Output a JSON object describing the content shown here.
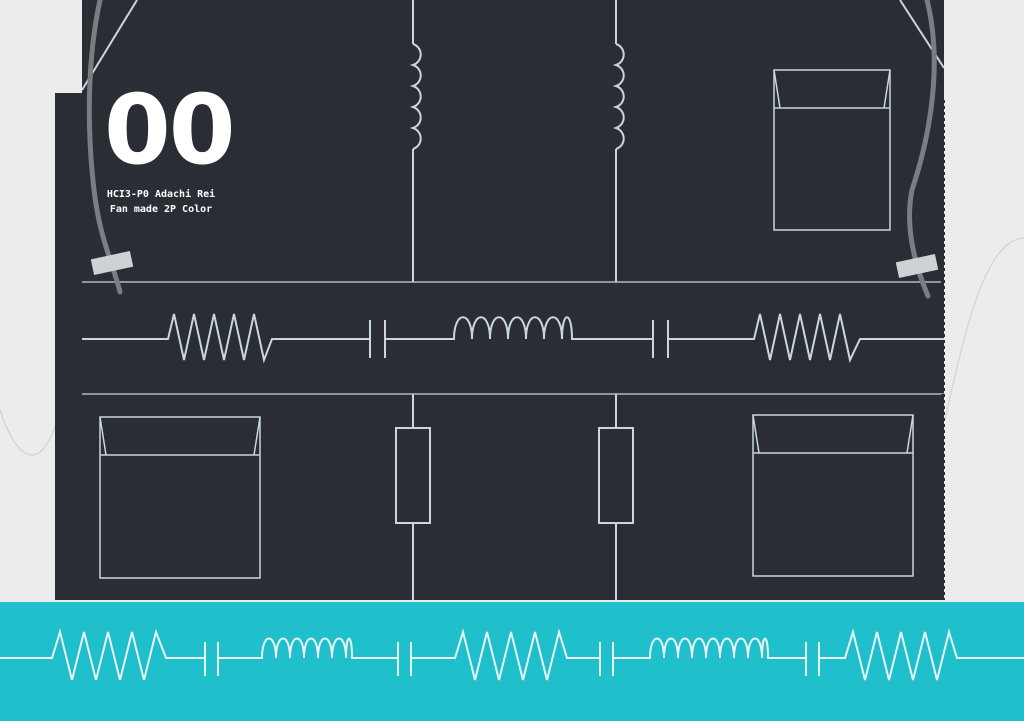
{
  "title": {
    "number": "00",
    "credit_line1": "HCI3-P0 Adachi Rei",
    "credit_line2": "Fan made 2P Color"
  },
  "colors": {
    "background": "#ececec",
    "panel": "#2a2d33",
    "line": "#c8d6df",
    "accent": "#1fbfcb",
    "cable": "#7a7d82",
    "cable_clip": "#cfd2d4"
  },
  "icons": {
    "resistor": "resistor-icon",
    "inductor": "inductor-icon",
    "capacitor": "capacitor-icon",
    "box_resistor": "box-resistor-icon"
  }
}
